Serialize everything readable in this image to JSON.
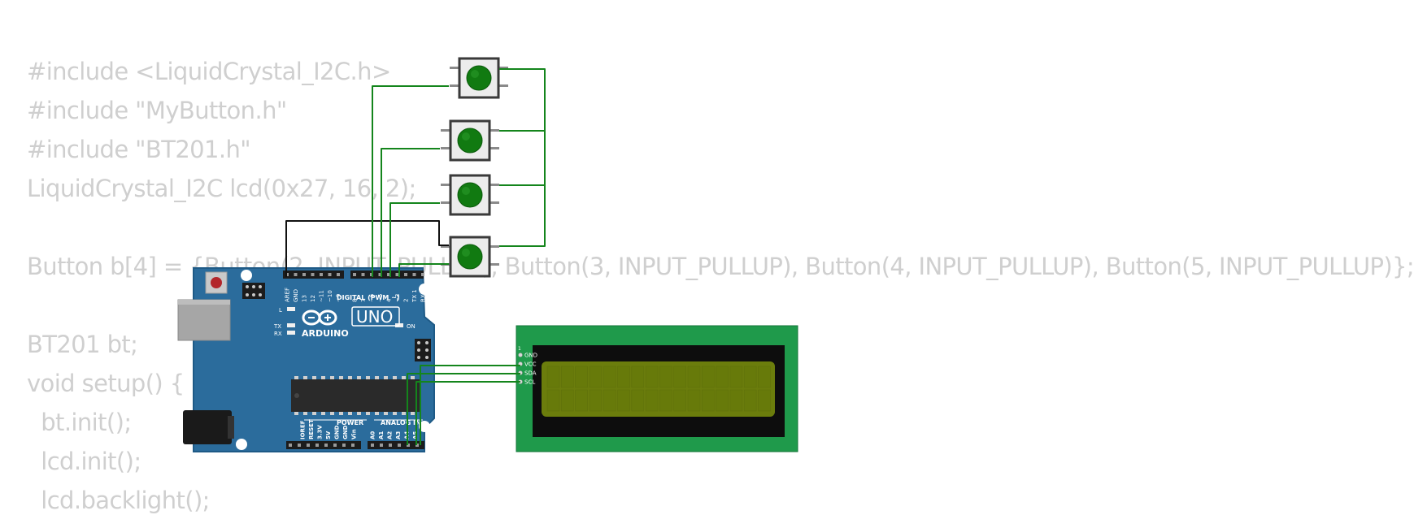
{
  "code_lines": [
    "#include <LiquidCrystal_I2C.h>",
    "#include \"MyButton.h\"",
    "#include \"BT201.h\"",
    "LiquidCrystal_I2C lcd(0x27, 16, 2);",
    "",
    "Button b[4] = {Button(2, INPUT_PULLUP), Button(3, INPUT_PULLUP), Button(4, INPUT_PULLUP), Button(5, INPUT_PULLUP)};",
    "",
    "BT201 bt;",
    "void setup() {",
    "  bt.init();",
    "  lcd.init();",
    "  lcd.backlight();"
  ],
  "arduino": {
    "brand": "ARDUINO",
    "model": "UNO",
    "digital_header": "DIGITAL (PWM ~)",
    "power_header": "POWER",
    "analog_header": "ANALOG IN",
    "led_l": "L",
    "led_tx": "TX",
    "led_rx": "RX",
    "led_on": "ON",
    "top_pins": [
      "AREF",
      "GND",
      "13",
      "12",
      "~11",
      "~10",
      "~9",
      "8",
      "7",
      "~6",
      "~5",
      "4",
      "~3",
      "2",
      "TX 1",
      "RX 0"
    ],
    "bottom_pins": [
      "IOREF",
      "RESET",
      "3.3V",
      "5V",
      "GND",
      "GND",
      "Vin",
      "A0",
      "A1",
      "A2",
      "A3",
      "A4",
      "A5"
    ]
  },
  "lcd": {
    "pin_one": "1",
    "pins": [
      "GND",
      "VCC",
      "SDA",
      "SCL"
    ]
  },
  "colors": {
    "board": "#2b6c9c",
    "board_edge": "#1e5a86",
    "wire_green": "#14851c",
    "wire_black": "#111111",
    "button_cap": "#117a11",
    "lcd_pcb": "#1f9a4b",
    "lcd_screen": "#6b7d0c"
  }
}
